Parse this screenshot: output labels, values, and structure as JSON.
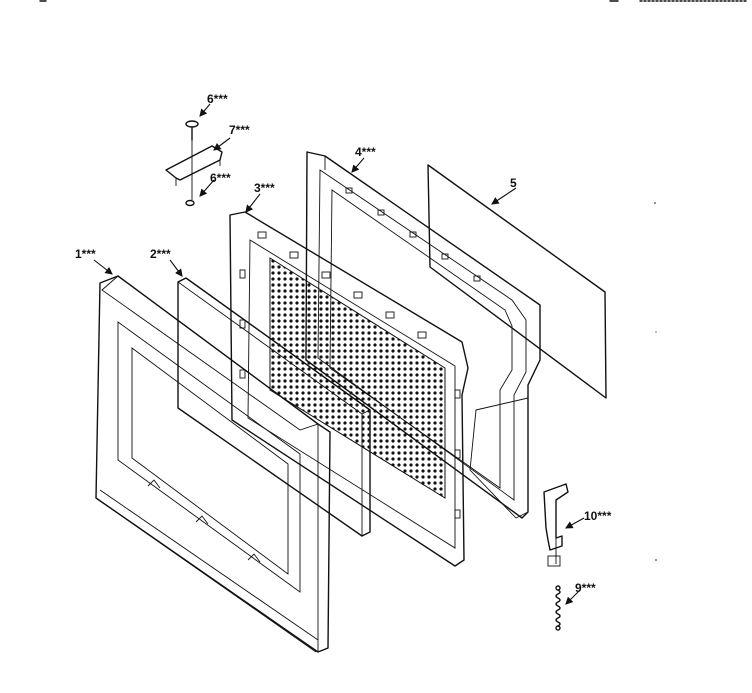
{
  "callouts": {
    "c1": "1***",
    "c2": "2***",
    "c3": "3***",
    "c4": "4***",
    "c5": "5",
    "c6a": "6***",
    "c6b": "6***",
    "c7": "7***",
    "c9": "9***",
    "c10": "10***"
  }
}
